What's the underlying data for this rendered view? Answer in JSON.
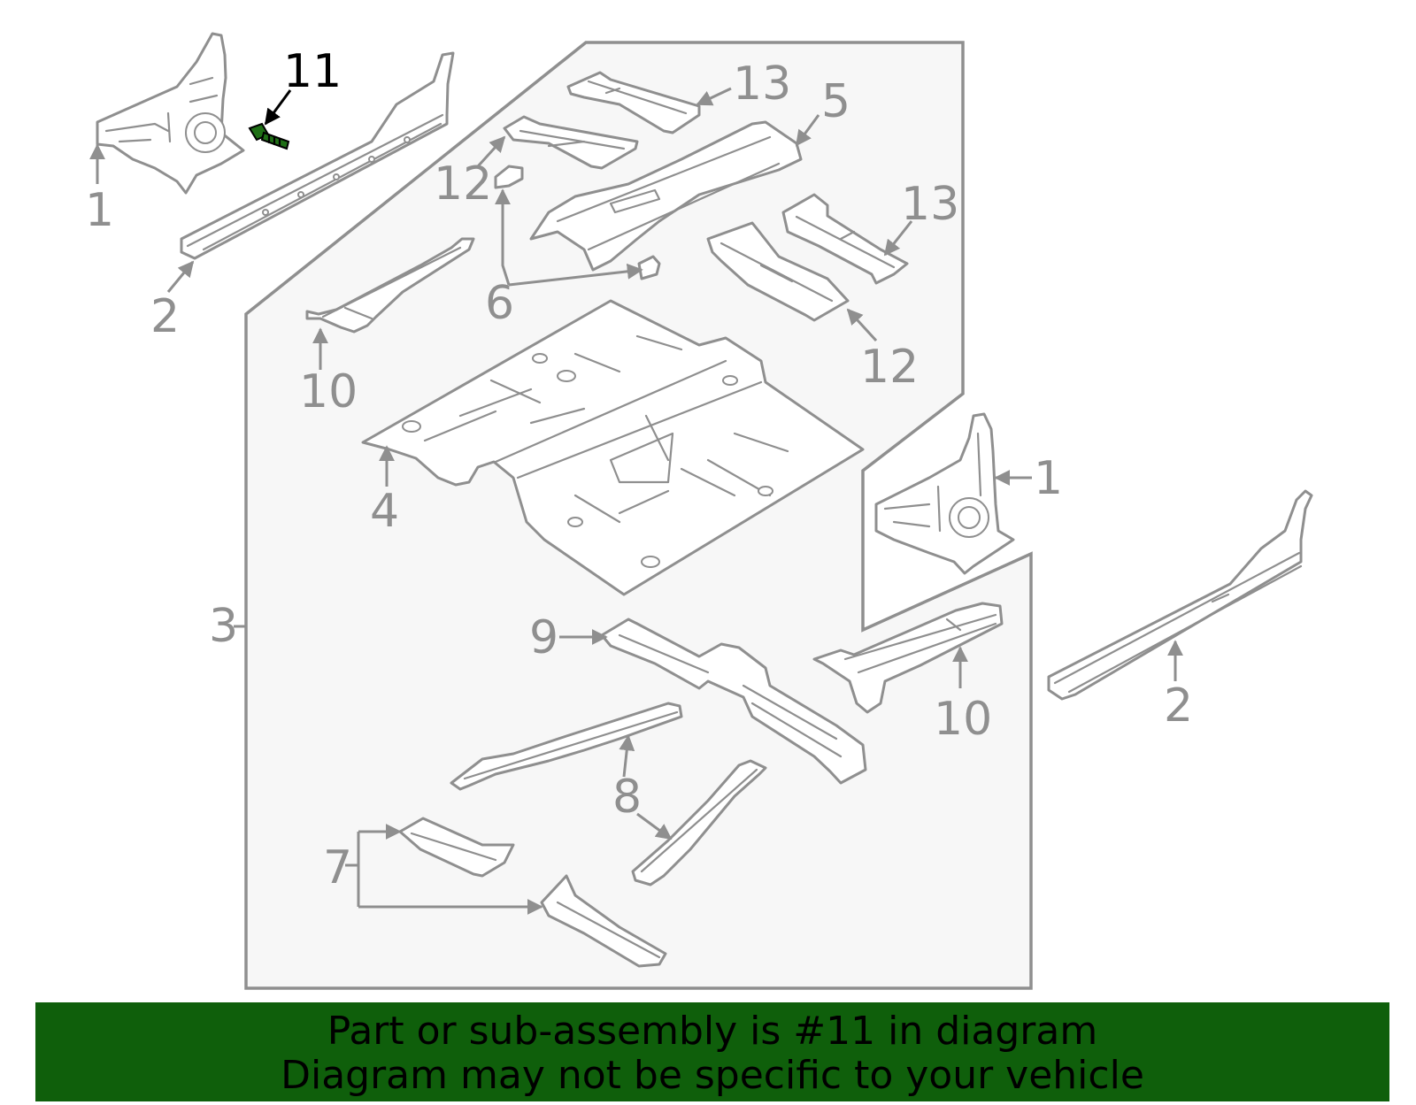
{
  "highlight_color": "#0f5f0b",
  "line_color": "#8f8f8f",
  "highlighted_part": "11",
  "callouts": {
    "c1a": "1",
    "c1b": "1",
    "c2a": "2",
    "c2b": "2",
    "c3": "3",
    "c4": "4",
    "c5": "5",
    "c6": "6",
    "c7": "7",
    "c8": "8",
    "c9": "9",
    "c10a": "10",
    "c10b": "10",
    "c11": "11",
    "c12a": "12",
    "c12b": "12",
    "c13a": "13",
    "c13b": "13"
  },
  "banner": {
    "line1": "Part or sub-assembly is #11 in diagram",
    "line2": "Diagram may not be specific to your vehicle"
  }
}
